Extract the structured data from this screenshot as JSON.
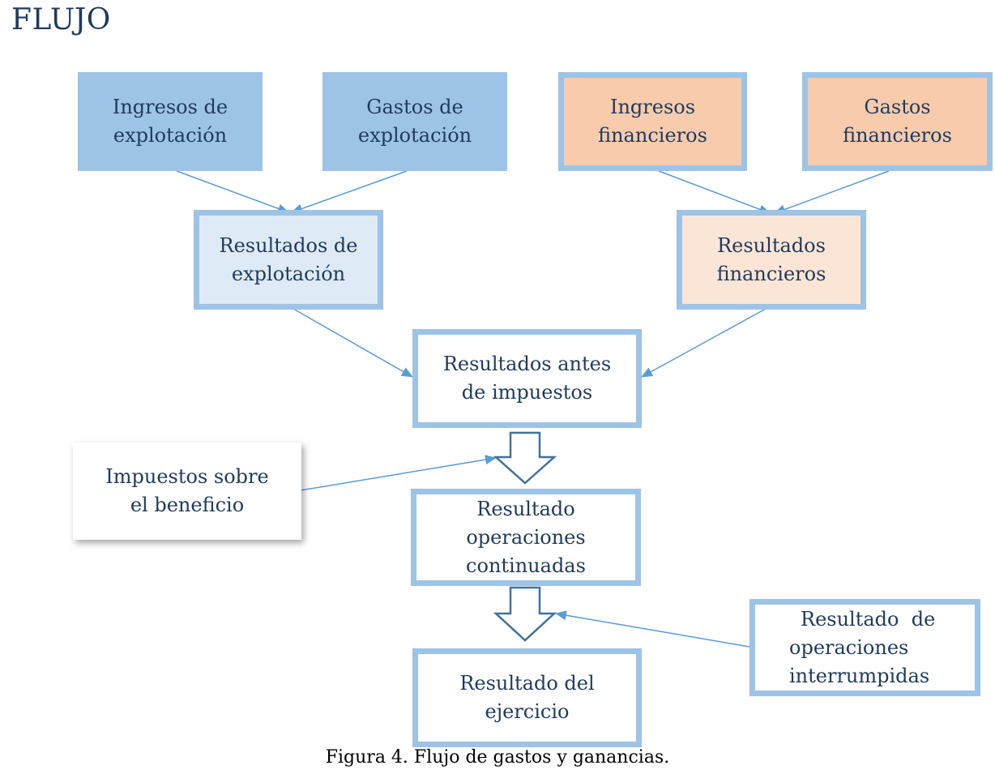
{
  "title": "FLUJO",
  "nodes": {
    "ingresos_explotacion": [
      "Ingresos de",
      "explotación"
    ],
    "gastos_explotacion": [
      "Gastos de",
      "explotación"
    ],
    "ingresos_financieros": [
      "Ingresos",
      "financieros"
    ],
    "gastos_financieros": [
      "Gastos",
      "financieros"
    ],
    "resultados_explotacion": [
      "Resultados de",
      "explotación"
    ],
    "resultados_financieros": [
      "Resultados",
      "financieros"
    ],
    "resultados_antes_impuestos": [
      "Resultados antes",
      "de impuestos"
    ],
    "impuestos_beneficio": [
      "Impuestos sobre",
      "el beneficio"
    ],
    "resultado_operaciones_continuadas": [
      "Resultado",
      "operaciones",
      "continuadas"
    ],
    "resultado_operaciones_interrumpidas": [
      "Resultado  de",
      "operaciones",
      "interrumpidas"
    ],
    "resultado_ejercicio": [
      "Resultado del",
      "ejercicio"
    ]
  },
  "caption": "Figura 4. Flujo de gastos y ganancias.",
  "colors": {
    "border_blue": "#9dc3e6",
    "fill_blue": "#9dc3e6",
    "fill_light_blue": "#deebf7",
    "fill_orange": "#f8cbad",
    "fill_light_orange": "#fbe5d6",
    "connector": "#5b9bd5",
    "text": "#1f3b5c"
  }
}
